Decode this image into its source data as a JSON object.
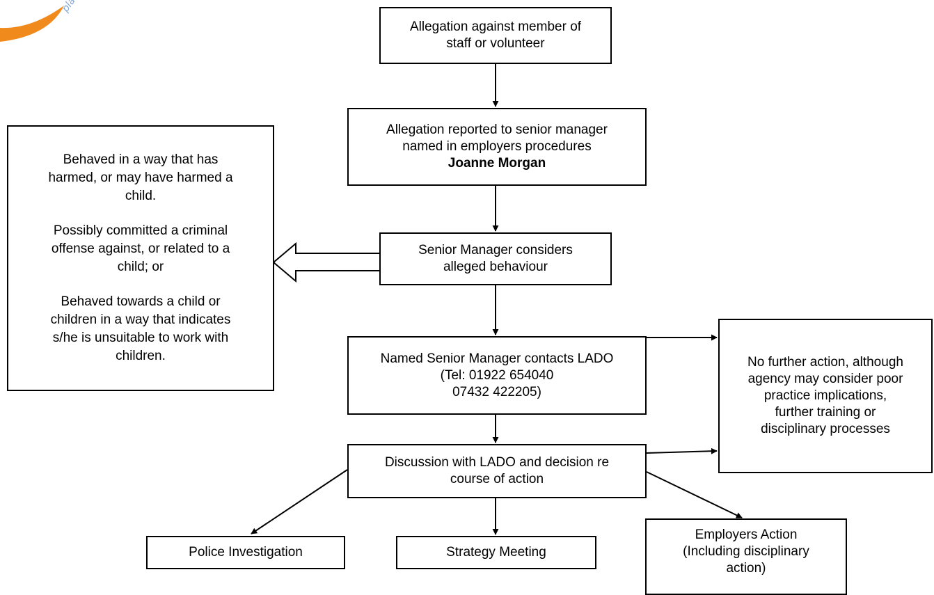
{
  "flowchart": {
    "allegation": {
      "line1": "Allegation against member of",
      "line2": "staff or volunteer"
    },
    "reported": {
      "line1": "Allegation reported to senior manager",
      "line2": "named in employers procedures",
      "name": "Joanne Morgan"
    },
    "considers": {
      "line1": "Senior Manager considers",
      "line2": "alleged behaviour"
    },
    "contacts": {
      "line1": "Named Senior Manager contacts LADO",
      "line2": "(Tel: 01922 654040",
      "line3": "07432 422205)"
    },
    "discussion": {
      "line1": "Discussion with LADO and decision re",
      "line2": "course of action"
    },
    "no_further": {
      "line1": "No further action, although",
      "line2": "agency may consider poor",
      "line3": "practice implications,",
      "line4": "further training or",
      "line5": "disciplinary processes"
    },
    "police": "Police Investigation",
    "strategy": "Strategy Meeting",
    "employers": {
      "line1": "Employers Action",
      "line2": "(Including disciplinary",
      "line3": "action)"
    },
    "criteria": {
      "p1_l1": "Behaved in a way that has",
      "p1_l2": "harmed, or may have harmed a",
      "p1_l3": "child.",
      "p2_l1": "Possibly committed a criminal",
      "p2_l2": "offense against, or related to a",
      "p2_l3": "child; or",
      "p3_l1": "Behaved towards a child or",
      "p3_l2": "children in a way that indicates",
      "p3_l3": "s/he is unsuitable to work with",
      "p3_l4": "children."
    }
  },
  "colors": {
    "logo_orange": "#f08a1c",
    "logo_blue": "#7fa6d8"
  }
}
